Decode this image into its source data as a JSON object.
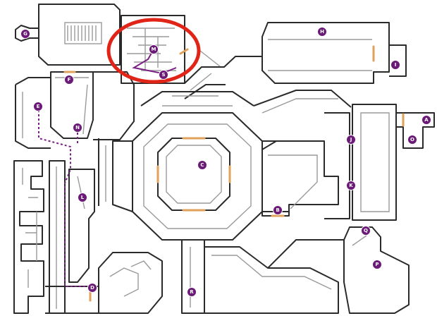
{
  "map": {
    "markers": [
      {
        "id": "A",
        "label": "A"
      },
      {
        "id": "B",
        "label": "B"
      },
      {
        "id": "C",
        "label": "C"
      },
      {
        "id": "D",
        "label": "D"
      },
      {
        "id": "E",
        "label": "E"
      },
      {
        "id": "F",
        "label": "F"
      },
      {
        "id": "G",
        "label": "G"
      },
      {
        "id": "H",
        "label": "H"
      },
      {
        "id": "I",
        "label": "I"
      },
      {
        "id": "J",
        "label": "J"
      },
      {
        "id": "K",
        "label": "K"
      },
      {
        "id": "L",
        "label": "L"
      },
      {
        "id": "M",
        "label": "M"
      },
      {
        "id": "N",
        "label": "N"
      },
      {
        "id": "O",
        "label": "O"
      },
      {
        "id": "P",
        "label": "P"
      },
      {
        "id": "Q",
        "label": "Q"
      },
      {
        "id": "R",
        "label": "R"
      },
      {
        "id": "S",
        "label": "S"
      }
    ],
    "colors": {
      "wall": "#2a2a2a",
      "inner_wall": "#9a9a9a",
      "door": "#e0a15a",
      "marker": "#6b1a78",
      "route": "#7a1f86",
      "highlight": "#e02418"
    }
  }
}
